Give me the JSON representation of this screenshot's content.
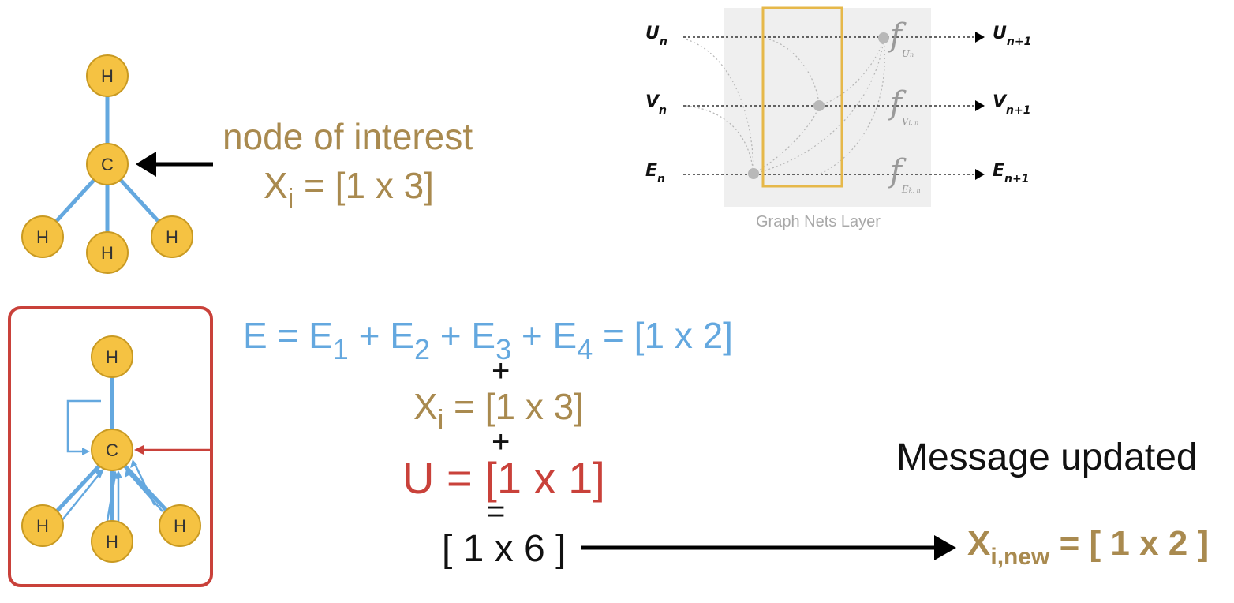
{
  "top_left": {
    "node_of_interest": "node of interest",
    "xi_var": "X",
    "xi_sub": "i",
    "xi_rhs": " = [1 x 3]",
    "center_atom": "C",
    "outer_atom": "H"
  },
  "graph_nets": {
    "caption": "Graph Nets Layer",
    "inputs": [
      {
        "var": "U",
        "sub": "n"
      },
      {
        "var": "V",
        "sub": "n"
      },
      {
        "var": "E",
        "sub": "n"
      }
    ],
    "outputs": [
      {
        "var": "U",
        "sub": "n+1"
      },
      {
        "var": "V",
        "sub": "n+1"
      },
      {
        "var": "E",
        "sub": "n+1"
      }
    ],
    "functions": [
      {
        "sym": "f",
        "sub": "U",
        "subsub": "n"
      },
      {
        "sym": "f",
        "sub": "V",
        "subsub": "i, n"
      },
      {
        "sym": "f",
        "sub": "E",
        "subsub": "k, n"
      }
    ],
    "colors": {
      "box_bg": "#efefef",
      "highlight": "#e6b84a",
      "dot": "#b8b8b8"
    }
  },
  "equations": {
    "e_sum": {
      "lhs": "E = E",
      "s1": "1",
      "p1": " + E",
      "s2": "2",
      "p2": " + E",
      "s3": "3",
      "p3": " + E",
      "s4": "4",
      "rhs": " = [1 x 2]"
    },
    "plus": "+",
    "xi": {
      "var": "X",
      "sub": "i",
      "rhs": " = [1 x 3]"
    },
    "u": "U = [1 x 1]",
    "equals": "=",
    "result": "[ 1 x 6 ]"
  },
  "message": {
    "title": "Message updated",
    "xi_new_var": "X",
    "xi_new_sub": "i,new",
    "xi_new_rhs": " = [ 1 x 2 ]"
  },
  "colors": {
    "atom_fill": "#f5c242",
    "atom_stroke": "#c99a22",
    "bond": "#64a8df",
    "gold_text": "#a98a4f",
    "blue_text": "#64a8df",
    "red": "#c9413a"
  }
}
